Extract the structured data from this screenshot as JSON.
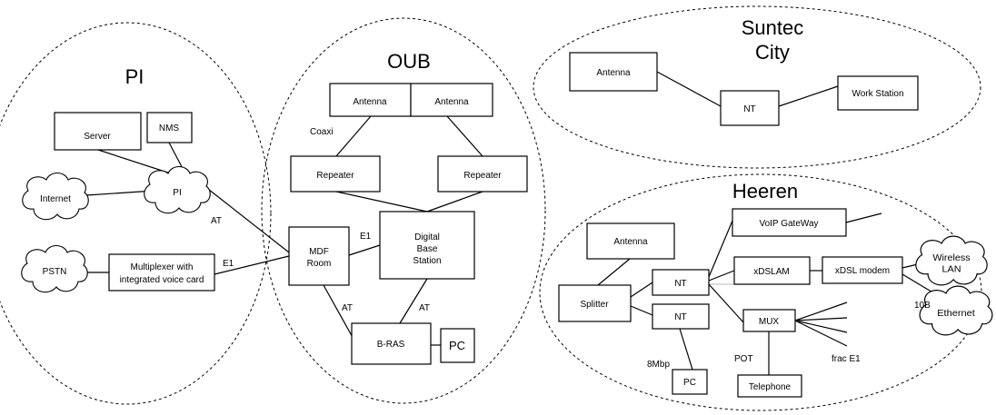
{
  "regions": {
    "pi": "PI",
    "oub": "OUB",
    "suntec_line1": "Suntec",
    "suntec_line2": "City",
    "heeren": "Heeren"
  },
  "nodes": {
    "server": "Server",
    "nms": "NMS",
    "internet": "Internet",
    "pi_hub": "PI",
    "pstn": "PSTN",
    "mux_line1": "Multiplexer with",
    "mux_line2": "integrated voice card",
    "oub_antenna_left": "Antenna",
    "oub_antenna_right": "Antenna",
    "repeater_left": "Repeater",
    "repeater_right": "Repeater",
    "mdf_line1": "MDF",
    "mdf_line2": "Room",
    "dbs_line1": "Digital",
    "dbs_line2": "Base",
    "dbs_line3": "Station",
    "bras": "B-RAS",
    "oub_pc": "PC",
    "suntec_antenna": "Antenna",
    "suntec_nt": "NT",
    "workstation": "Work Station",
    "heeren_antenna": "Antenna",
    "splitter": "Splitter",
    "nt_top": "NT",
    "nt_bottom": "NT",
    "voip": "VoIP GateWay",
    "xdslam": "xDSLAM",
    "xdsl_modem": "xDSL modem",
    "wireless_line1": "Wireless",
    "wireless_line2": "LAN",
    "ethernet": "Ethernet",
    "heeren_mux": "MUX",
    "heeren_pc": "PC",
    "telephone": "Telephone"
  },
  "link_labels": {
    "coaxi": "Coaxi",
    "at_pi": "AT",
    "e1_pi": "E1",
    "e1_oub": "E1",
    "at_mdf_bras": "AT",
    "at_dbs_bras": "AT",
    "tenb": "10B",
    "eight_mbp": "8Mbp",
    "pot": "POT",
    "frac_e1": "frac E1"
  }
}
